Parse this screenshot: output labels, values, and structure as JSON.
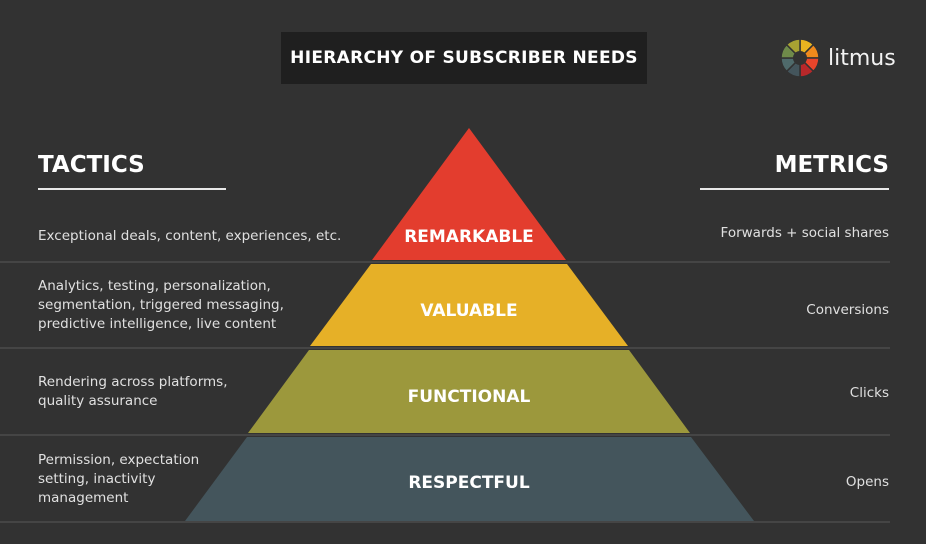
{
  "title": "HIERARCHY OF SUBSCRIBER NEEDS",
  "logo": {
    "text": "litmus"
  },
  "tactics_header": "TACTICS",
  "metrics_header": "METRICS",
  "levels": [
    {
      "name": "REMARKABLE",
      "color": "#e33d2e",
      "tactics": "Exceptional deals, content, experiences, etc.",
      "metric": "Forwards + social shares"
    },
    {
      "name": "VALUABLE",
      "color": "#e6b027",
      "tactics": "Analytics, testing, personalization, segmentation, triggered messaging, predictive intelligence, live content",
      "metric": "Conversions"
    },
    {
      "name": "FUNCTIONAL",
      "color": "#9c983c",
      "tactics": "Rendering across platforms, quality assurance",
      "metric": "Clicks"
    },
    {
      "name": "RESPECTFUL",
      "color": "#44555c",
      "tactics": "Permission, expectation setting, inactivity management",
      "metric": "Opens"
    }
  ]
}
